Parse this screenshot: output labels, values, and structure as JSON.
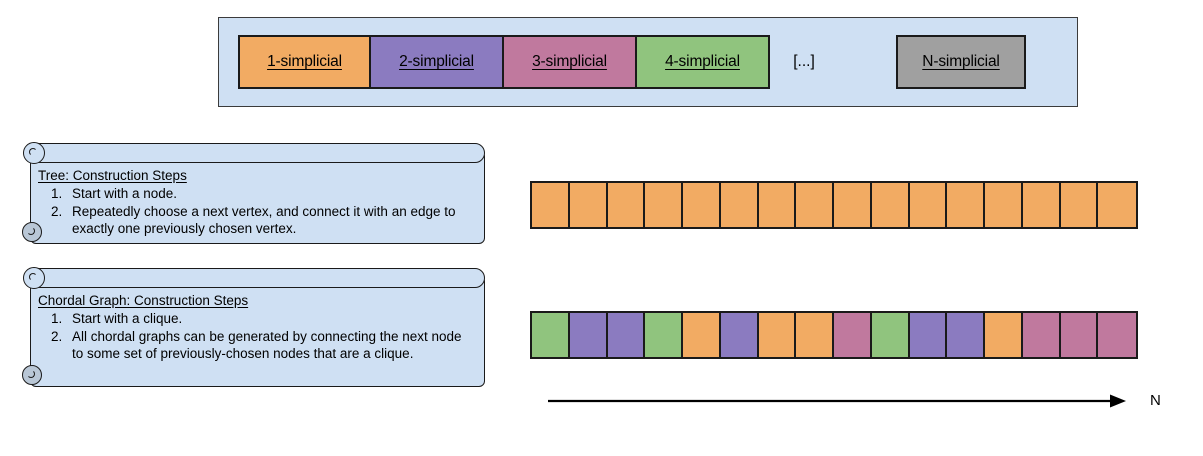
{
  "legend": {
    "name": "simplicial-legend",
    "panel_fill": "#CFE0F3",
    "items": [
      {
        "label": "1-simplicial",
        "color": "#F2AB63",
        "width": 133
      },
      {
        "label": "2-simplicial",
        "color": "#8B7BC0",
        "width": 135
      },
      {
        "label": "3-simplicial",
        "color": "#C0799E",
        "width": 135
      },
      {
        "label": "4-simplicial",
        "color": "#90C47E",
        "width": 135
      }
    ],
    "ellipsis": "[...]",
    "final_item": {
      "label": "N-simplicial",
      "color": "#A0A0A0",
      "width": 130
    }
  },
  "notes": [
    {
      "name": "tree-construction-note",
      "title": "Tree: Construction Steps",
      "steps": [
        {
          "num": "1.",
          "text": "Start with a node."
        },
        {
          "num": "2.",
          "text": "Repeatedly choose a next vertex, and connect it with an edge to exactly one previously chosen vertex."
        }
      ]
    },
    {
      "name": "chordal-construction-note",
      "title": "Chordal Graph: Construction Steps",
      "steps": [
        {
          "num": "1.",
          "text": "Start with a clique."
        },
        {
          "num": "2.",
          "text": "All chordal graphs can be generated by connecting the next node to some set of previously-chosen nodes that are a clique."
        }
      ]
    }
  ],
  "chart_data": {
    "type": "bar",
    "title": "",
    "xlabel": "N",
    "ylabel": "",
    "grid": false,
    "legend_position": "top",
    "color_map": {
      "1-simplicial": "#F2AB63",
      "2-simplicial": "#8B7BC0",
      "3-simplicial": "#C0799E",
      "4-simplicial": "#90C47E",
      "N-simplicial": "#A0A0A0"
    },
    "series": [
      {
        "name": "Tree",
        "cell_count": 16,
        "categories": [
          "1-simplicial",
          "1-simplicial",
          "1-simplicial",
          "1-simplicial",
          "1-simplicial",
          "1-simplicial",
          "1-simplicial",
          "1-simplicial",
          "1-simplicial",
          "1-simplicial",
          "1-simplicial",
          "1-simplicial",
          "1-simplicial",
          "1-simplicial",
          "1-simplicial",
          "1-simplicial"
        ],
        "values": [
          "#F2AB63",
          "#F2AB63",
          "#F2AB63",
          "#F2AB63",
          "#F2AB63",
          "#F2AB63",
          "#F2AB63",
          "#F2AB63",
          "#F2AB63",
          "#F2AB63",
          "#F2AB63",
          "#F2AB63",
          "#F2AB63",
          "#F2AB63",
          "#F2AB63",
          "#F2AB63"
        ]
      },
      {
        "name": "Chordal Graph",
        "cell_count": 16,
        "categories": [
          "4-simplicial",
          "2-simplicial",
          "2-simplicial",
          "4-simplicial",
          "1-simplicial",
          "2-simplicial",
          "1-simplicial",
          "1-simplicial",
          "3-simplicial",
          "4-simplicial",
          "2-simplicial",
          "2-simplicial",
          "1-simplicial",
          "3-simplicial",
          "3-simplicial",
          "3-simplicial"
        ],
        "values": [
          "#90C47E",
          "#8B7BC0",
          "#8B7BC0",
          "#90C47E",
          "#F2AB63",
          "#8B7BC0",
          "#F2AB63",
          "#F2AB63",
          "#C0799E",
          "#90C47E",
          "#8B7BC0",
          "#8B7BC0",
          "#F2AB63",
          "#C0799E",
          "#C0799E",
          "#C0799E"
        ]
      }
    ]
  },
  "axis": {
    "name": "n-axis",
    "label": "N",
    "direction": "right"
  }
}
